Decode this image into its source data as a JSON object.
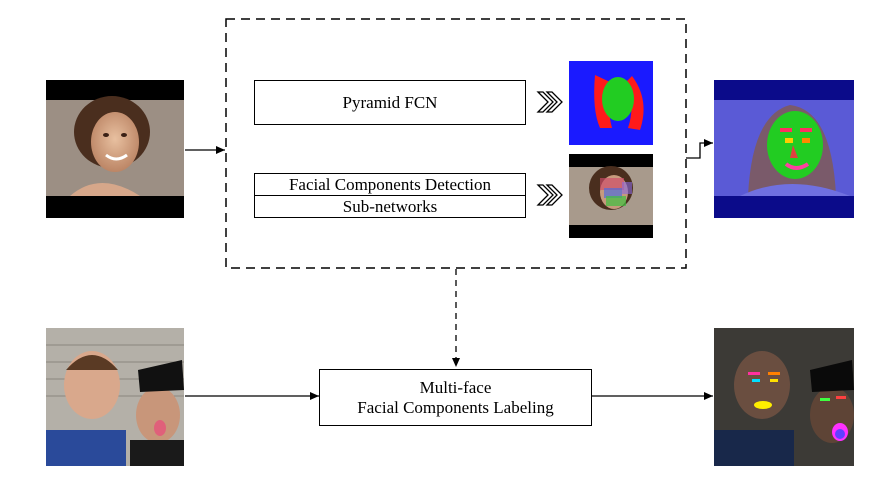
{
  "pipeline": {
    "pyramid_fcn_label": "Pyramid FCN",
    "facial_components_detection_label": "Facial Components Detection",
    "sub_networks_label": "Sub-networks",
    "multi_face_line1": "Multi-face",
    "multi_face_line2": "Facial Components Labeling"
  },
  "colors": {
    "segmentation_background": "#1a1aff",
    "face_green": "#22cc22",
    "hair_red": "#ff1a1a",
    "output_background": "#5a5ad6"
  }
}
